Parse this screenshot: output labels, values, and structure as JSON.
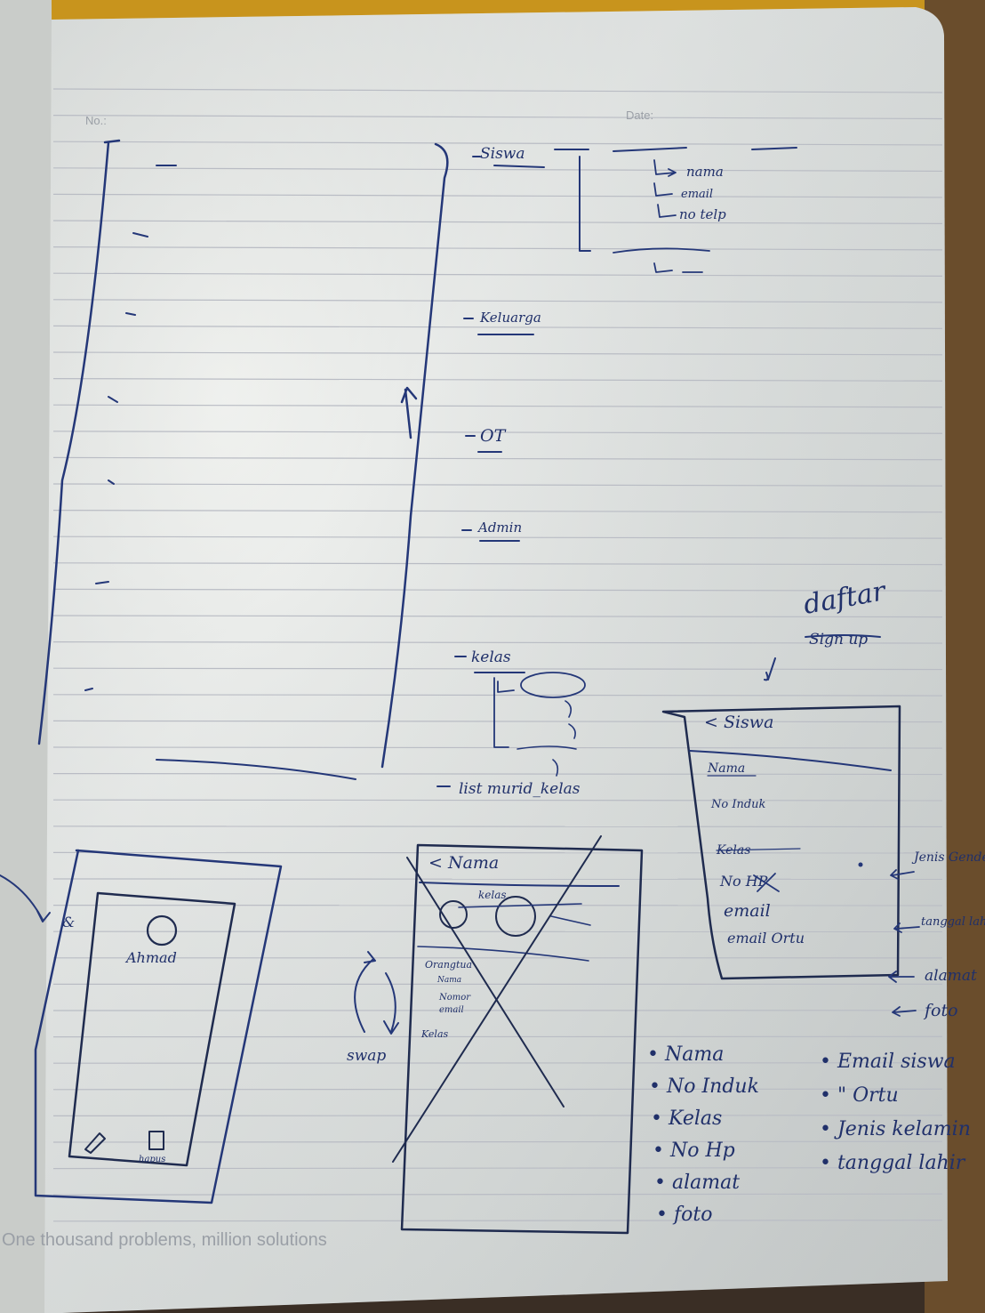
{
  "header": {
    "number_label": "No.:",
    "date_label": "Date:"
  },
  "footer": {
    "slogan": "One thousand problems, million solutions"
  },
  "menu_tree": {
    "items": [
      {
        "label": "Siswa",
        "children": [
          "nama",
          "email",
          "no telp"
        ]
      },
      {
        "label": "Keluarga"
      },
      {
        "label": "OT"
      },
      {
        "label": "Admin"
      },
      {
        "label": "kelas"
      }
    ],
    "list_label": "list murid_kelas"
  },
  "signup_note": {
    "title": "daftar",
    "subtitle": "Sign up"
  },
  "siswa_form": {
    "back_icon": "chevron-left-icon",
    "title": "< Siswa",
    "fields": [
      "Nama",
      "No Induk",
      "Kelas",
      "No HP",
      "email",
      "email Ortu"
    ],
    "side_labels": [
      "Jenis Gender Kelamin",
      "tanggal lahir",
      "alamat",
      "foto"
    ]
  },
  "profile_sketch": {
    "avatar_icon": "avatar-circle-icon",
    "name": "Ahmad",
    "edit_icon": "pencil-icon",
    "trash_icon": "trash-icon",
    "bottom_label": "hapus"
  },
  "swipe_note": {
    "label": "swap"
  },
  "detail_sketch": {
    "back_title": "< Nama",
    "subtitle": "kelas",
    "lines": [
      "Orangtua",
      "Nama",
      "Nomor",
      "email",
      "Kelas"
    ]
  },
  "field_list_left": [
    "• Nama",
    "• No Induk",
    "• Kelas",
    "• No Hp",
    "• alamat",
    "• foto"
  ],
  "field_list_right": [
    "• Email siswa",
    "• \" Ortu",
    "• Jenis kelamin",
    "• tanggal lahir"
  ],
  "colors": {
    "paper": "#e4e6e2",
    "rule_line": "#b9bcc4",
    "ink": "#243778",
    "desk": "#3a2e25"
  }
}
